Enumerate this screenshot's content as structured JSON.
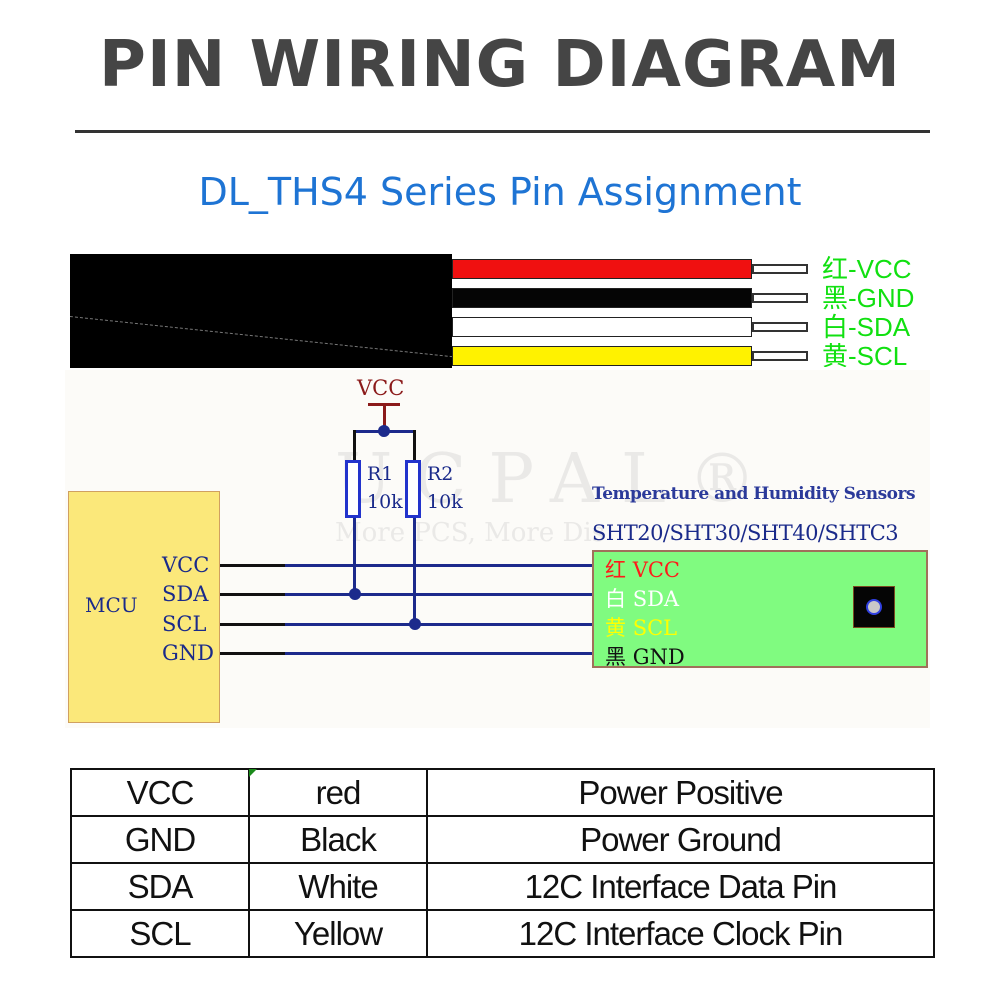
{
  "header": {
    "title": "PIN WIRING DIAGRAM",
    "subtitle": "DL_THS4 Series Pin Assignment"
  },
  "cable": {
    "wires": [
      {
        "label": "红-VCC",
        "color": "#f01010"
      },
      {
        "label": "黑-GND",
        "color": "#050505"
      },
      {
        "label": "白-SDA",
        "color": "#ffffff"
      },
      {
        "label": "黄-SCL",
        "color": "#fff200"
      }
    ],
    "label_color": "#11e011"
  },
  "schematic": {
    "supply_label": "VCC",
    "mcu_label": "MCU",
    "mcu_pins": [
      "VCC",
      "SDA",
      "SCL",
      "GND"
    ],
    "resistors": [
      {
        "name": "R1",
        "value": "10k"
      },
      {
        "name": "R2",
        "value": "10k"
      }
    ],
    "watermark": "UCPAL®",
    "watermark_tagline": "More PCS, More Dis",
    "sensor_title": "Temperature and Humidity Sensors",
    "sensor_models": "SHT20/SHT30/SHT40/SHTC3",
    "sensor_pins": [
      {
        "cn": "红",
        "name": "VCC",
        "color": "#ff1a1a"
      },
      {
        "cn": "白",
        "name": "SDA",
        "color": "#ffffff"
      },
      {
        "cn": "黄",
        "name": "SCL",
        "color": "#ffff00"
      },
      {
        "cn": "黑",
        "name": "GND",
        "color": "#111111"
      }
    ]
  },
  "table": {
    "rows": [
      {
        "pin": "VCC",
        "color": "red",
        "function": "Power Positive"
      },
      {
        "pin": "GND",
        "color": "Black",
        "function": "Power Ground"
      },
      {
        "pin": "SDA",
        "color": "White",
        "function": "12C Interface Data Pin"
      },
      {
        "pin": "SCL",
        "color": "Yellow",
        "function": "12C Interface Clock Pin"
      }
    ]
  }
}
